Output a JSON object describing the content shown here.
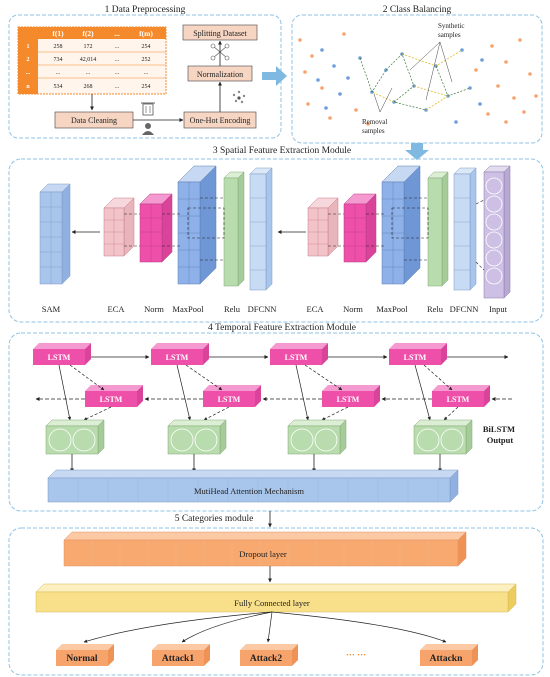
{
  "sections": {
    "preprocessing": "1 Data Preprocessing",
    "balancing": "2 Class Balancing",
    "spatial": "3 Spatial Feature Extraction Module",
    "temporal": "4 Temporal Feature Extraction Module",
    "categories": "5 Categories module"
  },
  "table": {
    "headers": [
      "f(1)",
      "f(2)",
      "...",
      "f(m)"
    ],
    "rows": [
      {
        "index": "1",
        "cells": [
          "258",
          "172",
          "...",
          "254"
        ]
      },
      {
        "index": "2",
        "cells": [
          "734",
          "42,014",
          "...",
          "252"
        ]
      },
      {
        "index": "...",
        "cells": [
          "...",
          "...",
          "...",
          "..."
        ]
      },
      {
        "index": "n",
        "cells": [
          "534",
          "268",
          "...",
          "254"
        ]
      }
    ]
  },
  "preprocessing_steps": {
    "cleaning": "Data Cleaning",
    "onehot": "One-Hot Encoding",
    "normalization": "Normalization",
    "splitting": "Splitting Dataset"
  },
  "balancing_labels": {
    "synthetic": "Synthetic samples",
    "removal": "Removal samples"
  },
  "spatial_labels": {
    "sam": "SAM",
    "eca1": "ECA",
    "norm1": "Norm",
    "maxpool1": "MaxPool",
    "relu1": "Relu",
    "dfcnn1": "DFCNN",
    "eca2": "ECA",
    "norm2": "Norm",
    "maxpool2": "MaxPool",
    "relu2": "Relu",
    "dfcnn2": "DFCNN",
    "input": "Input"
  },
  "lstm_label": "LSTM",
  "bilstm_output": "BiLSTM Output",
  "attention": "MutiHead Attention Mechanism",
  "dropout": "Dropout layer",
  "fully_connected": "Fully Connected layer",
  "outputs": [
    "Normal",
    "Attack1",
    "Attack2",
    "Attackn"
  ],
  "outputs_ellipsis": "··· ···",
  "colors": {
    "panel_border": "#8fc3e4",
    "table_orange": "#f58a2c",
    "step_fill": "#f6d5c3",
    "lstm_pink": "#ee4fa9",
    "green": "#b9dcae",
    "blue": "#a8c6ec",
    "dropout_orange": "#f7a970",
    "fc_yellow": "#f8e08a",
    "output_orange": "#f6a36c",
    "arrow_blue": "#7fb8e0"
  },
  "icons": [
    "trash-icon",
    "user-icon",
    "network-icon",
    "scatter-icon"
  ]
}
